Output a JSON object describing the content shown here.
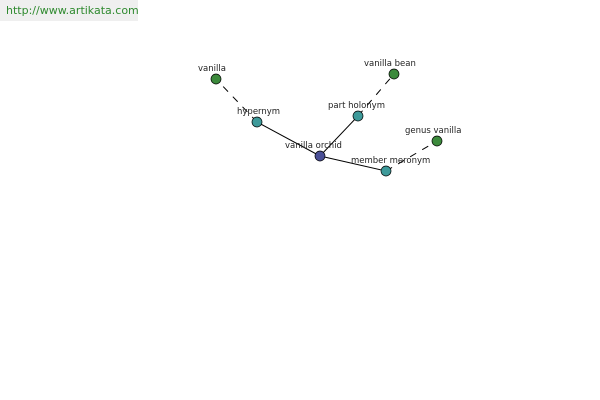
{
  "source_url": "http://www.artikata.com",
  "graph": {
    "colors": {
      "center": "#4a4f96",
      "relation": "#3e9a9a",
      "term": "#3c8a3c"
    },
    "nodes": [
      {
        "id": "vanilla-orchid",
        "label": "vanilla orchid",
        "kind": "center"
      },
      {
        "id": "hypernym",
        "label": "hypernym",
        "kind": "relation"
      },
      {
        "id": "part-holonym",
        "label": "part holonym",
        "kind": "relation"
      },
      {
        "id": "member-meronym",
        "label": "member meronym",
        "kind": "relation"
      },
      {
        "id": "vanilla",
        "label": "vanilla",
        "kind": "term"
      },
      {
        "id": "vanilla-bean",
        "label": "vanilla bean",
        "kind": "term"
      },
      {
        "id": "genus-vanilla",
        "label": "genus vanilla",
        "kind": "term"
      }
    ],
    "edges": [
      {
        "from": "vanilla-orchid",
        "to": "hypernym",
        "style": "solid"
      },
      {
        "from": "vanilla-orchid",
        "to": "part-holonym",
        "style": "solid"
      },
      {
        "from": "vanilla-orchid",
        "to": "member-meronym",
        "style": "solid"
      },
      {
        "from": "hypernym",
        "to": "vanilla",
        "style": "dashed"
      },
      {
        "from": "part-holonym",
        "to": "vanilla-bean",
        "style": "dashed"
      },
      {
        "from": "member-meronym",
        "to": "genus-vanilla",
        "style": "dashed"
      }
    ]
  }
}
